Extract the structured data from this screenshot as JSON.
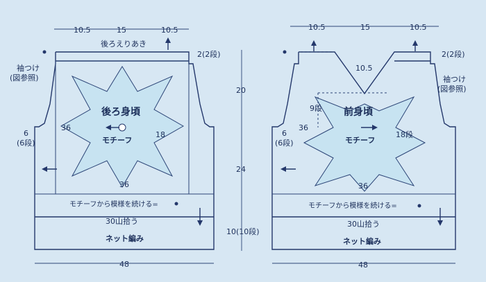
{
  "back": {
    "title": "後ろ身頃",
    "motif": "モチーフ",
    "neck_label": "後ろえりあき",
    "top_dims": [
      "10.5",
      "15",
      "10.5"
    ],
    "rows_top": "2(2段)",
    "sleeve": "袖つけ\n(図参照)",
    "side": "6\n(6段)",
    "height_upper": "20",
    "height_lower": "24",
    "hem_height": "10(10段)",
    "motif_w": "36",
    "motif_w_bottom": "36",
    "right_count": "18",
    "pattern_note": "モチーフから模様を続ける=",
    "pickup": "30山拾う",
    "net": "ネット編み",
    "width": "48"
  },
  "front": {
    "title": "前身頃",
    "motif": "モチーフ",
    "top_dims": [
      "10.5",
      "15",
      "10.5"
    ],
    "rows_top": "2(2段)",
    "center_v": "10.5",
    "left_dim": "9段",
    "sleeve": "袖つけ\n(図参照)",
    "side": "6\n(6段)",
    "motif_w": "36",
    "motif_w_bottom": "36",
    "right_count": "18段",
    "pattern_note": "モチーフから模様を続ける=",
    "pickup": "30山拾う",
    "net": "ネット編み",
    "width": "48"
  },
  "colors": {
    "background": "#d7e7f3",
    "line": "#24386b",
    "motif": "#c7e3f1"
  }
}
